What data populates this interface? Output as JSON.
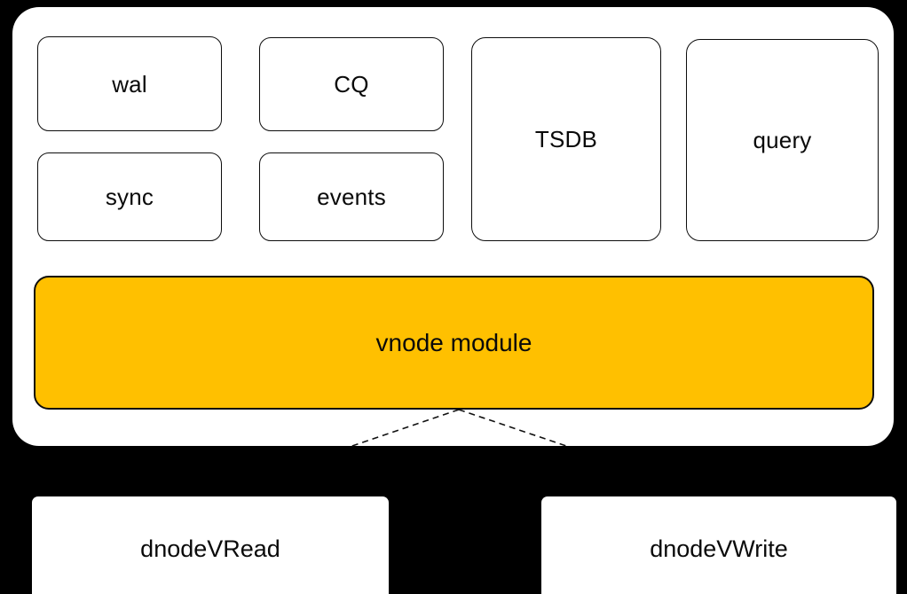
{
  "diagram": {
    "title": "vnode module architecture",
    "background_color": "#000000",
    "panel": {
      "name": "vnode container panel",
      "background_color": "#ffffff"
    },
    "modules": [
      {
        "id": "wal",
        "label": "wal"
      },
      {
        "id": "cq",
        "label": "CQ"
      },
      {
        "id": "sync",
        "label": "sync"
      },
      {
        "id": "events",
        "label": "events"
      },
      {
        "id": "tsdb",
        "label": "TSDB"
      },
      {
        "id": "query",
        "label": "query"
      }
    ],
    "vnode_bar": {
      "label": "vnode module",
      "fill_color": "#ffc000",
      "border_color": "#0d0d0d"
    },
    "connectors": [
      {
        "id": "to-dnodevread",
        "style": "dashed",
        "from": "vnode module",
        "to": "dnodeVRead"
      },
      {
        "id": "to-dnodevwrite",
        "style": "dashed",
        "from": "vnode module",
        "to": "dnodeVWrite"
      }
    ],
    "consumers": [
      {
        "id": "dnodevread",
        "label": "dnodeVRead"
      },
      {
        "id": "dnodevwrite",
        "label": "dnodeVWrite"
      }
    ]
  }
}
